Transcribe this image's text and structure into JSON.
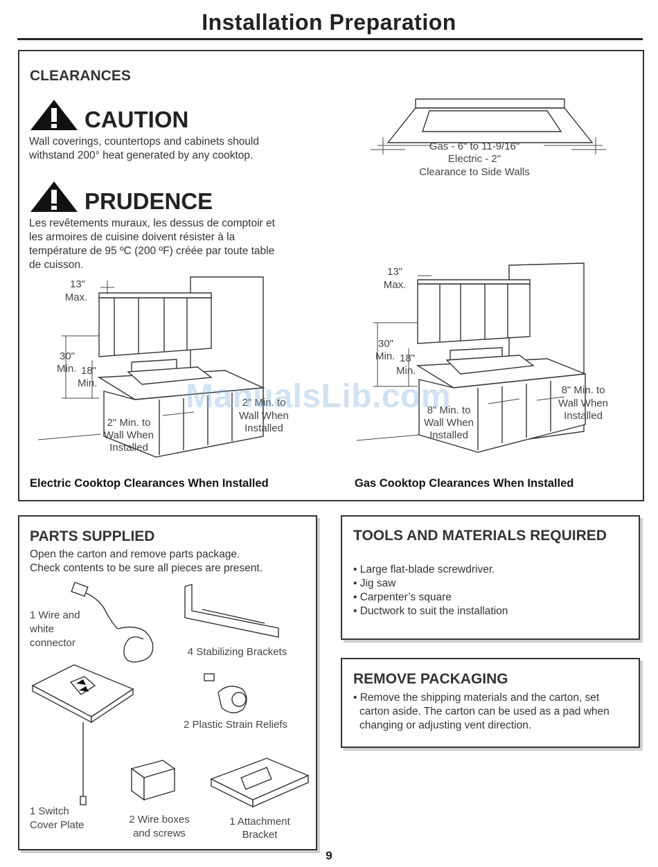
{
  "page": {
    "title": "Installation Preparation",
    "page_number": "9",
    "watermark": "ManualsLib.com"
  },
  "clearances": {
    "heading": "CLEARANCES",
    "caution": {
      "heading": "CAUTION",
      "text_1": "Wall coverings, countertops and cabinets should",
      "text_2": "withstand 200° heat generated by any cooktop."
    },
    "prudence": {
      "heading": "PRUDENCE",
      "text_1": "Les revêtements muraux, les dessus de comptoir et",
      "text_2": "les armoires de cuisine doivent résister à la",
      "text_3": "température de 95 ºC (200 ºF) créée par toute table",
      "text_4": "de cuisson."
    },
    "side_walls": {
      "gas": "Gas - 6\" to 11-9/16\"",
      "electric": "Electric - 2\"",
      "caption": "Clearance to Side Walls"
    },
    "electric": {
      "max_13_a": "13\"",
      "max_13_b": "Max.",
      "min_30_a": "30\"",
      "min_30_b": "Min.",
      "min_18_a": "18\"",
      "min_18_b": "Min.",
      "min_2_a": "2\" Min. to",
      "min_2_b": "Wall When",
      "min_2_c": "Installed",
      "min_right_a": "2\" Min. to",
      "min_right_b": "Wall When",
      "min_right_c": "Installed",
      "caption": "Electric Cooktop Clearances When Installed"
    },
    "gas": {
      "max_13_a": "13\"",
      "max_13_b": "Max.",
      "min_30_a": "30\"",
      "min_30_b": "Min.",
      "min_18_a": "18\"",
      "min_18_b": "Min.",
      "min_8_left_a": "8\" Min. to",
      "min_8_left_b": "Wall When",
      "min_8_left_c": "Installed",
      "min_8_right_a": "8\" Min. to",
      "min_8_right_b": "Wall When",
      "min_8_right_c": "Installed",
      "caption": "Gas Cooktop Clearances When Installed"
    }
  },
  "parts": {
    "heading": "PARTS SUPPLIED",
    "text_1": "Open the carton and remove parts package.",
    "text_2": "Check contents to be sure all pieces are present.",
    "connector_1": "1 Wire and",
    "connector_2": "white",
    "connector_3": "connector",
    "brackets": "4 Stabilizing Brackets",
    "strain": "2 Plastic Strain Reliefs",
    "switch_1": "1 Switch",
    "switch_2": "Cover Plate",
    "wireboxes_1": "2 Wire boxes",
    "wireboxes_2": "and screws",
    "attach_1": "1 Attachment",
    "attach_2": "Bracket"
  },
  "tools": {
    "heading": "TOOLS AND MATERIALS REQUIRED",
    "items": [
      "• Large flat-blade screwdriver.",
      "• Jig saw",
      "• Carpenter’s square",
      "• Ductwork to suit the installation"
    ]
  },
  "remove": {
    "heading": "REMOVE PACKAGING",
    "line_1": "• Remove the shipping materials and the carton, set",
    "line_2": "carton aside. The carton can be used as a pad when",
    "line_3": "changing or adjusting vent direction."
  }
}
